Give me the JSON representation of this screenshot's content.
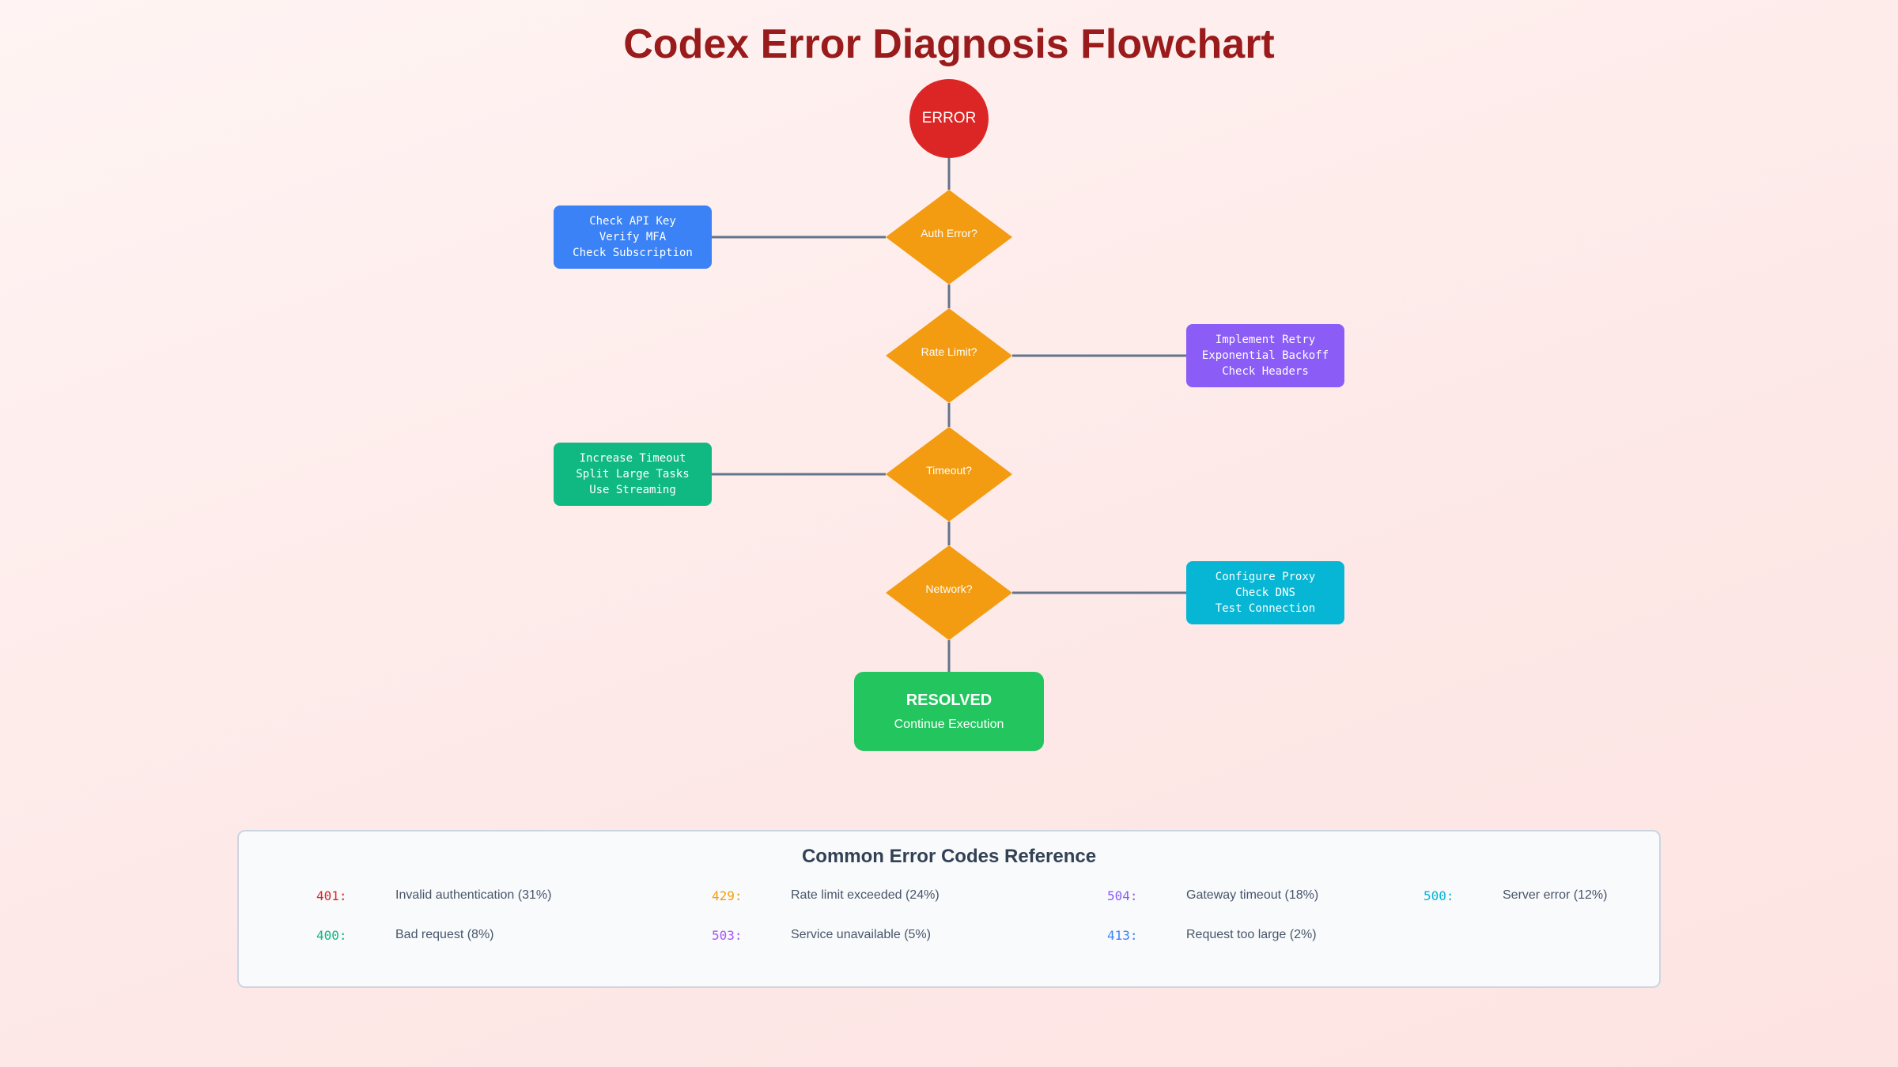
{
  "title": "Codex Error Diagnosis Flowchart",
  "start": {
    "label": "ERROR",
    "color": "#dc2626"
  },
  "decisions": [
    {
      "label": "Auth Error?"
    },
    {
      "label": "Rate Limit?"
    },
    {
      "label": "Timeout?"
    },
    {
      "label": "Network?"
    }
  ],
  "decision_color": "#f39c12",
  "connector_color": "#64748b",
  "actions": [
    {
      "lines": [
        "Check API Key",
        "Verify MFA",
        "Check Subscription"
      ],
      "color": "#3b82f6"
    },
    {
      "lines": [
        "Implement Retry",
        "Exponential Backoff",
        "Check Headers"
      ],
      "color": "#8b5cf6"
    },
    {
      "lines": [
        "Increase Timeout",
        "Split Large Tasks",
        "Use Streaming"
      ],
      "color": "#10b981"
    },
    {
      "lines": [
        "Configure Proxy",
        "Check DNS",
        "Test Connection"
      ],
      "color": "#06b6d4"
    }
  ],
  "end": {
    "title": "RESOLVED",
    "subtitle": "Continue Execution",
    "color": "#22c55e"
  },
  "reference": {
    "title": "Common Error Codes Reference",
    "codes": [
      {
        "code": "401:",
        "desc": "Invalid authentication (31%)",
        "color": "#dc2626"
      },
      {
        "code": "429:",
        "desc": "Rate limit exceeded (24%)",
        "color": "#f59e0b"
      },
      {
        "code": "504:",
        "desc": "Gateway timeout (18%)",
        "color": "#8b5cf6"
      },
      {
        "code": "500:",
        "desc": "Server error (12%)",
        "color": "#06b6d4"
      },
      {
        "code": "400:",
        "desc": "Bad request (8%)",
        "color": "#10b981"
      },
      {
        "code": "503:",
        "desc": "Service unavailable (5%)",
        "color": "#a855f7"
      },
      {
        "code": "413:",
        "desc": "Request too large (2%)",
        "color": "#3b82f6"
      }
    ]
  }
}
